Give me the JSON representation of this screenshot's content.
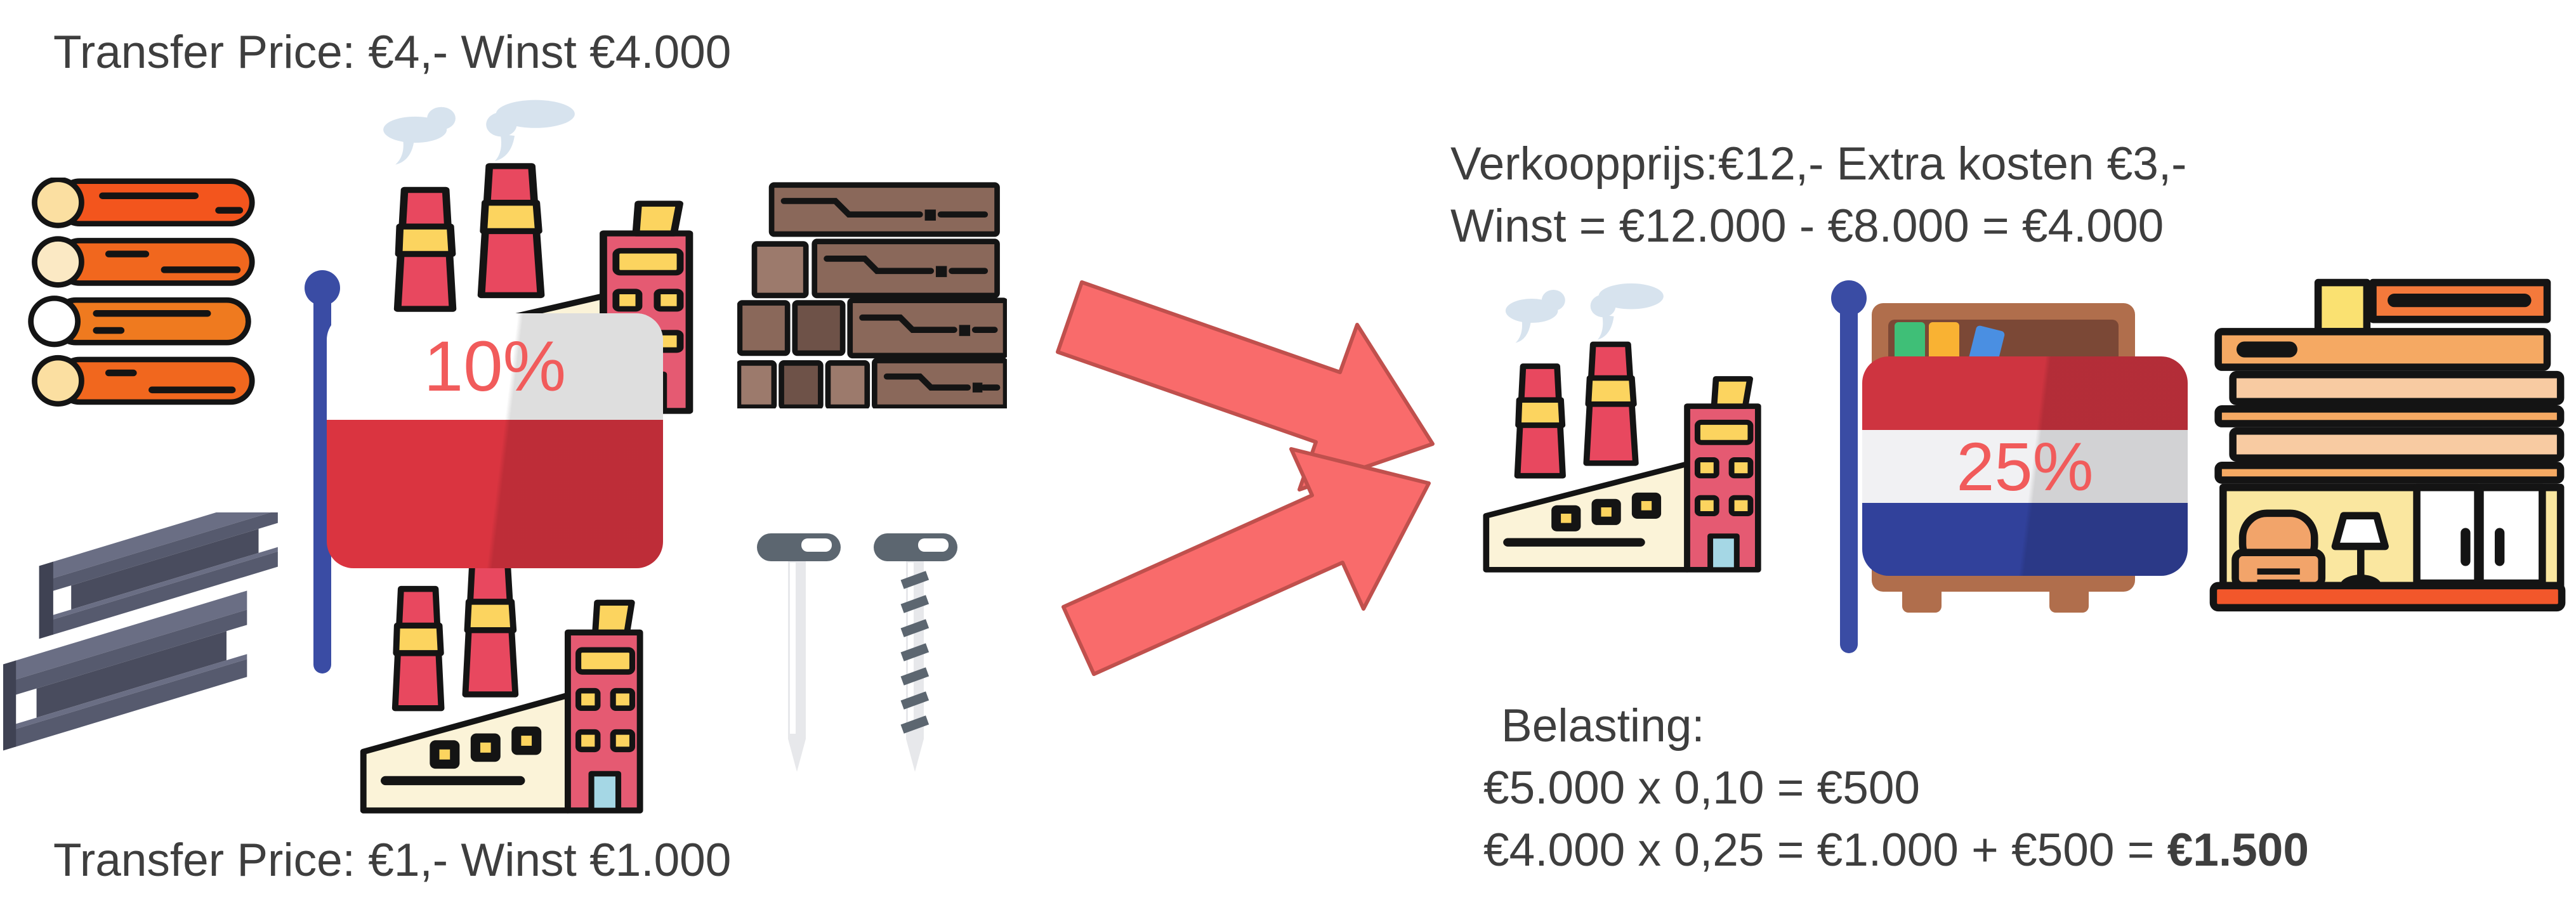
{
  "texts": {
    "top_left": "Transfer Price: €4,- Winst €4.000",
    "bottom_left": "Transfer Price: €1,- Winst €1.000",
    "sell_line1": "Verkoopprijs:€12,- Extra kosten €3,-",
    "sell_line2": "Winst = €12.000 - €8.000 = €4.000",
    "tax_title": "Belasting:",
    "tax_line1": "€5.000 x 0,10 = €500",
    "tax_line2_prefix": "€4.000 x 0,25 = €1.000 + €500 = ",
    "tax_line2_bold": "€1.500"
  },
  "flags": {
    "poland": {
      "label": "10%"
    },
    "netherlands": {
      "label": "25%"
    }
  },
  "icons": {
    "left_group": [
      "logs-icon",
      "steel-beams-icon",
      "factory-icon",
      "poland-flag-icon",
      "factory-icon",
      "wood-planks-icon",
      "nails-icon"
    ],
    "middle": [
      "arrow-right-icon",
      "arrow-right-icon"
    ],
    "right_group": [
      "factory-icon",
      "bookshelf-icon",
      "netherlands-flag-icon",
      "furniture-store-icon"
    ]
  },
  "colors": {
    "text": "#3E3E3E",
    "percent_label": "#F15B5B",
    "arrow_fill": "#F96B6B",
    "arrow_stroke": "#C0504D",
    "poland_white": "#FFFFFF",
    "poland_red": "#DA3440",
    "nl_red": "#CE3440",
    "nl_white": "#F1F1F3",
    "nl_blue": "#31419B",
    "pole_blue": "#3A4CA4",
    "factory_chimney_red": "#E8485F",
    "factory_cream": "#FBF3D8",
    "window_yellow": "#FCD45F",
    "factory_building_pink": "#E55A72",
    "door_blue": "#A5D7E5",
    "smoke": "#D7E3EE",
    "logs_orange": "#F1671E",
    "beam_slate": "#565A6E",
    "plank_brown": "#8A685A",
    "shelf_brown": "#B06E4C",
    "store_orange": "#F5A963",
    "store_base": "#F2572B"
  }
}
